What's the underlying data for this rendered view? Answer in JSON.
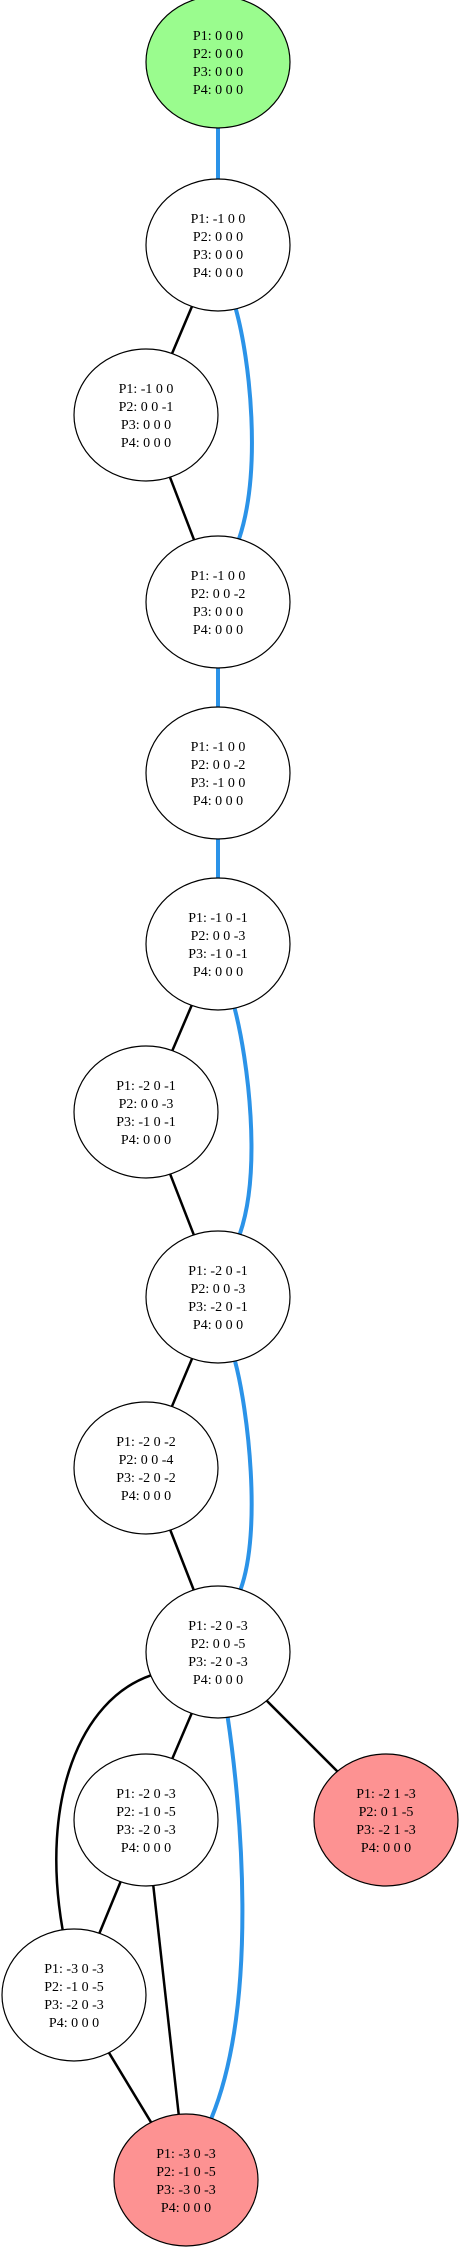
{
  "colors": {
    "start_fill": "#9afc8e",
    "end_fill": "#fd9292",
    "default_fill": "#ffffff",
    "node_stroke": "#000000",
    "edge_black": "#000000",
    "edge_blue": "#2b93e8"
  },
  "nodes": [
    {
      "id": "n1",
      "kind": "start",
      "lines": [
        "P1: 0 0 0",
        "P2: 0 0 0",
        "P3: 0 0 0",
        "P4: 0 0 0"
      ]
    },
    {
      "id": "n2",
      "kind": "normal",
      "lines": [
        "P1: -1 0 0",
        "P2: 0 0 0",
        "P3: 0 0 0",
        "P4: 0 0 0"
      ]
    },
    {
      "id": "n3",
      "kind": "normal",
      "lines": [
        "P1: -1 0 0",
        "P2: 0 0 -1",
        "P3: 0 0 0",
        "P4: 0 0 0"
      ]
    },
    {
      "id": "n4",
      "kind": "normal",
      "lines": [
        "P1: -1 0 0",
        "P2: 0 0 -2",
        "P3: 0 0 0",
        "P4: 0 0 0"
      ]
    },
    {
      "id": "n5",
      "kind": "normal",
      "lines": [
        "P1: -1 0 0",
        "P2: 0 0 -2",
        "P3: -1 0 0",
        "P4: 0 0 0"
      ]
    },
    {
      "id": "n6",
      "kind": "normal",
      "lines": [
        "P1: -1 0 -1",
        "P2: 0 0 -3",
        "P3: -1 0 -1",
        "P4: 0 0 0"
      ]
    },
    {
      "id": "n7",
      "kind": "normal",
      "lines": [
        "P1: -2 0 -1",
        "P2: 0 0 -3",
        "P3: -1 0 -1",
        "P4: 0 0 0"
      ]
    },
    {
      "id": "n8",
      "kind": "normal",
      "lines": [
        "P1: -2 0 -1",
        "P2: 0 0 -3",
        "P3: -2 0 -1",
        "P4: 0 0 0"
      ]
    },
    {
      "id": "n9",
      "kind": "normal",
      "lines": [
        "P1: -2 0 -2",
        "P2: 0 0 -4",
        "P3: -2 0 -2",
        "P4: 0 0 0"
      ]
    },
    {
      "id": "n10",
      "kind": "normal",
      "lines": [
        "P1: -2 0 -3",
        "P2: 0 0 -5",
        "P3: -2 0 -3",
        "P4: 0 0 0"
      ]
    },
    {
      "id": "n11",
      "kind": "normal",
      "lines": [
        "P1: -2 0 -3",
        "P2: -1 0 -5",
        "P3: -2 0 -3",
        "P4: 0 0 0"
      ]
    },
    {
      "id": "n12",
      "kind": "end",
      "lines": [
        "P1: -2 1 -3",
        "P2: 0 1 -5",
        "P3: -2 1 -3",
        "P4: 0 0 0"
      ]
    },
    {
      "id": "n13",
      "kind": "normal",
      "lines": [
        "P1: -3 0 -3",
        "P2: -1 0 -5",
        "P3: -2 0 -3",
        "P4: 0 0 0"
      ]
    },
    {
      "id": "n14",
      "kind": "end",
      "lines": [
        "P1: -3 0 -3",
        "P2: -1 0 -5",
        "P3: -3 0 -3",
        "P4: 0 0 0"
      ]
    }
  ],
  "edges": [
    {
      "from": "n1",
      "to": "n2",
      "color": "blue"
    },
    {
      "from": "n2",
      "to": "n3",
      "color": "black"
    },
    {
      "from": "n3",
      "to": "n4",
      "color": "black"
    },
    {
      "from": "n2",
      "to": "n4",
      "color": "blue"
    },
    {
      "from": "n4",
      "to": "n5",
      "color": "blue"
    },
    {
      "from": "n5",
      "to": "n6",
      "color": "blue"
    },
    {
      "from": "n6",
      "to": "n7",
      "color": "black"
    },
    {
      "from": "n7",
      "to": "n8",
      "color": "black"
    },
    {
      "from": "n6",
      "to": "n8",
      "color": "blue"
    },
    {
      "from": "n8",
      "to": "n9",
      "color": "black"
    },
    {
      "from": "n9",
      "to": "n10",
      "color": "black"
    },
    {
      "from": "n8",
      "to": "n10",
      "color": "blue"
    },
    {
      "from": "n10",
      "to": "n11",
      "color": "black"
    },
    {
      "from": "n10",
      "to": "n12",
      "color": "black"
    },
    {
      "from": "n10",
      "to": "n13",
      "color": "black"
    },
    {
      "from": "n10",
      "to": "n14",
      "color": "blue"
    },
    {
      "from": "n11",
      "to": "n13",
      "color": "black"
    },
    {
      "from": "n11",
      "to": "n14",
      "color": "black"
    },
    {
      "from": "n13",
      "to": "n14",
      "color": "black"
    }
  ]
}
